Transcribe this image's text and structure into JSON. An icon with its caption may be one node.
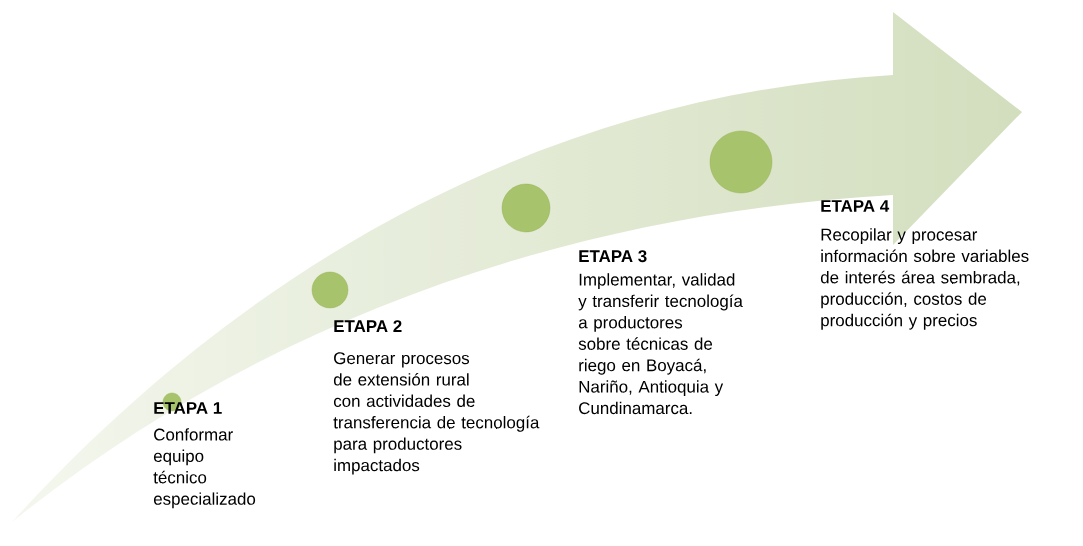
{
  "diagram": {
    "nodes": [
      {
        "text": [],
        "shape": "circle",
        "beside": [
          "ETAPA 1",
          "Conformar equipo técnico especializado"
        ]
      },
      {
        "text": [],
        "shape": "circle",
        "beside": [
          "ETAPA 2",
          "Generar procesos de extensión rural con actividades de transferencia de tecnología para productores impactados"
        ]
      },
      {
        "text": [],
        "shape": "circle",
        "beside": [
          "ETAPA 3",
          "Implementar, validad y transferir tecnología a productores sobre técnicas de riego en Boyacá, Nariño, Antioquia y Cundinamarca."
        ]
      },
      {
        "text": [],
        "shape": "circle",
        "beside": [
          "ETAPA 4",
          "Recopilar y procesar información sobre variables de interés área sembrada, producción, costos de producción y precios"
        ]
      }
    ]
  }
}
